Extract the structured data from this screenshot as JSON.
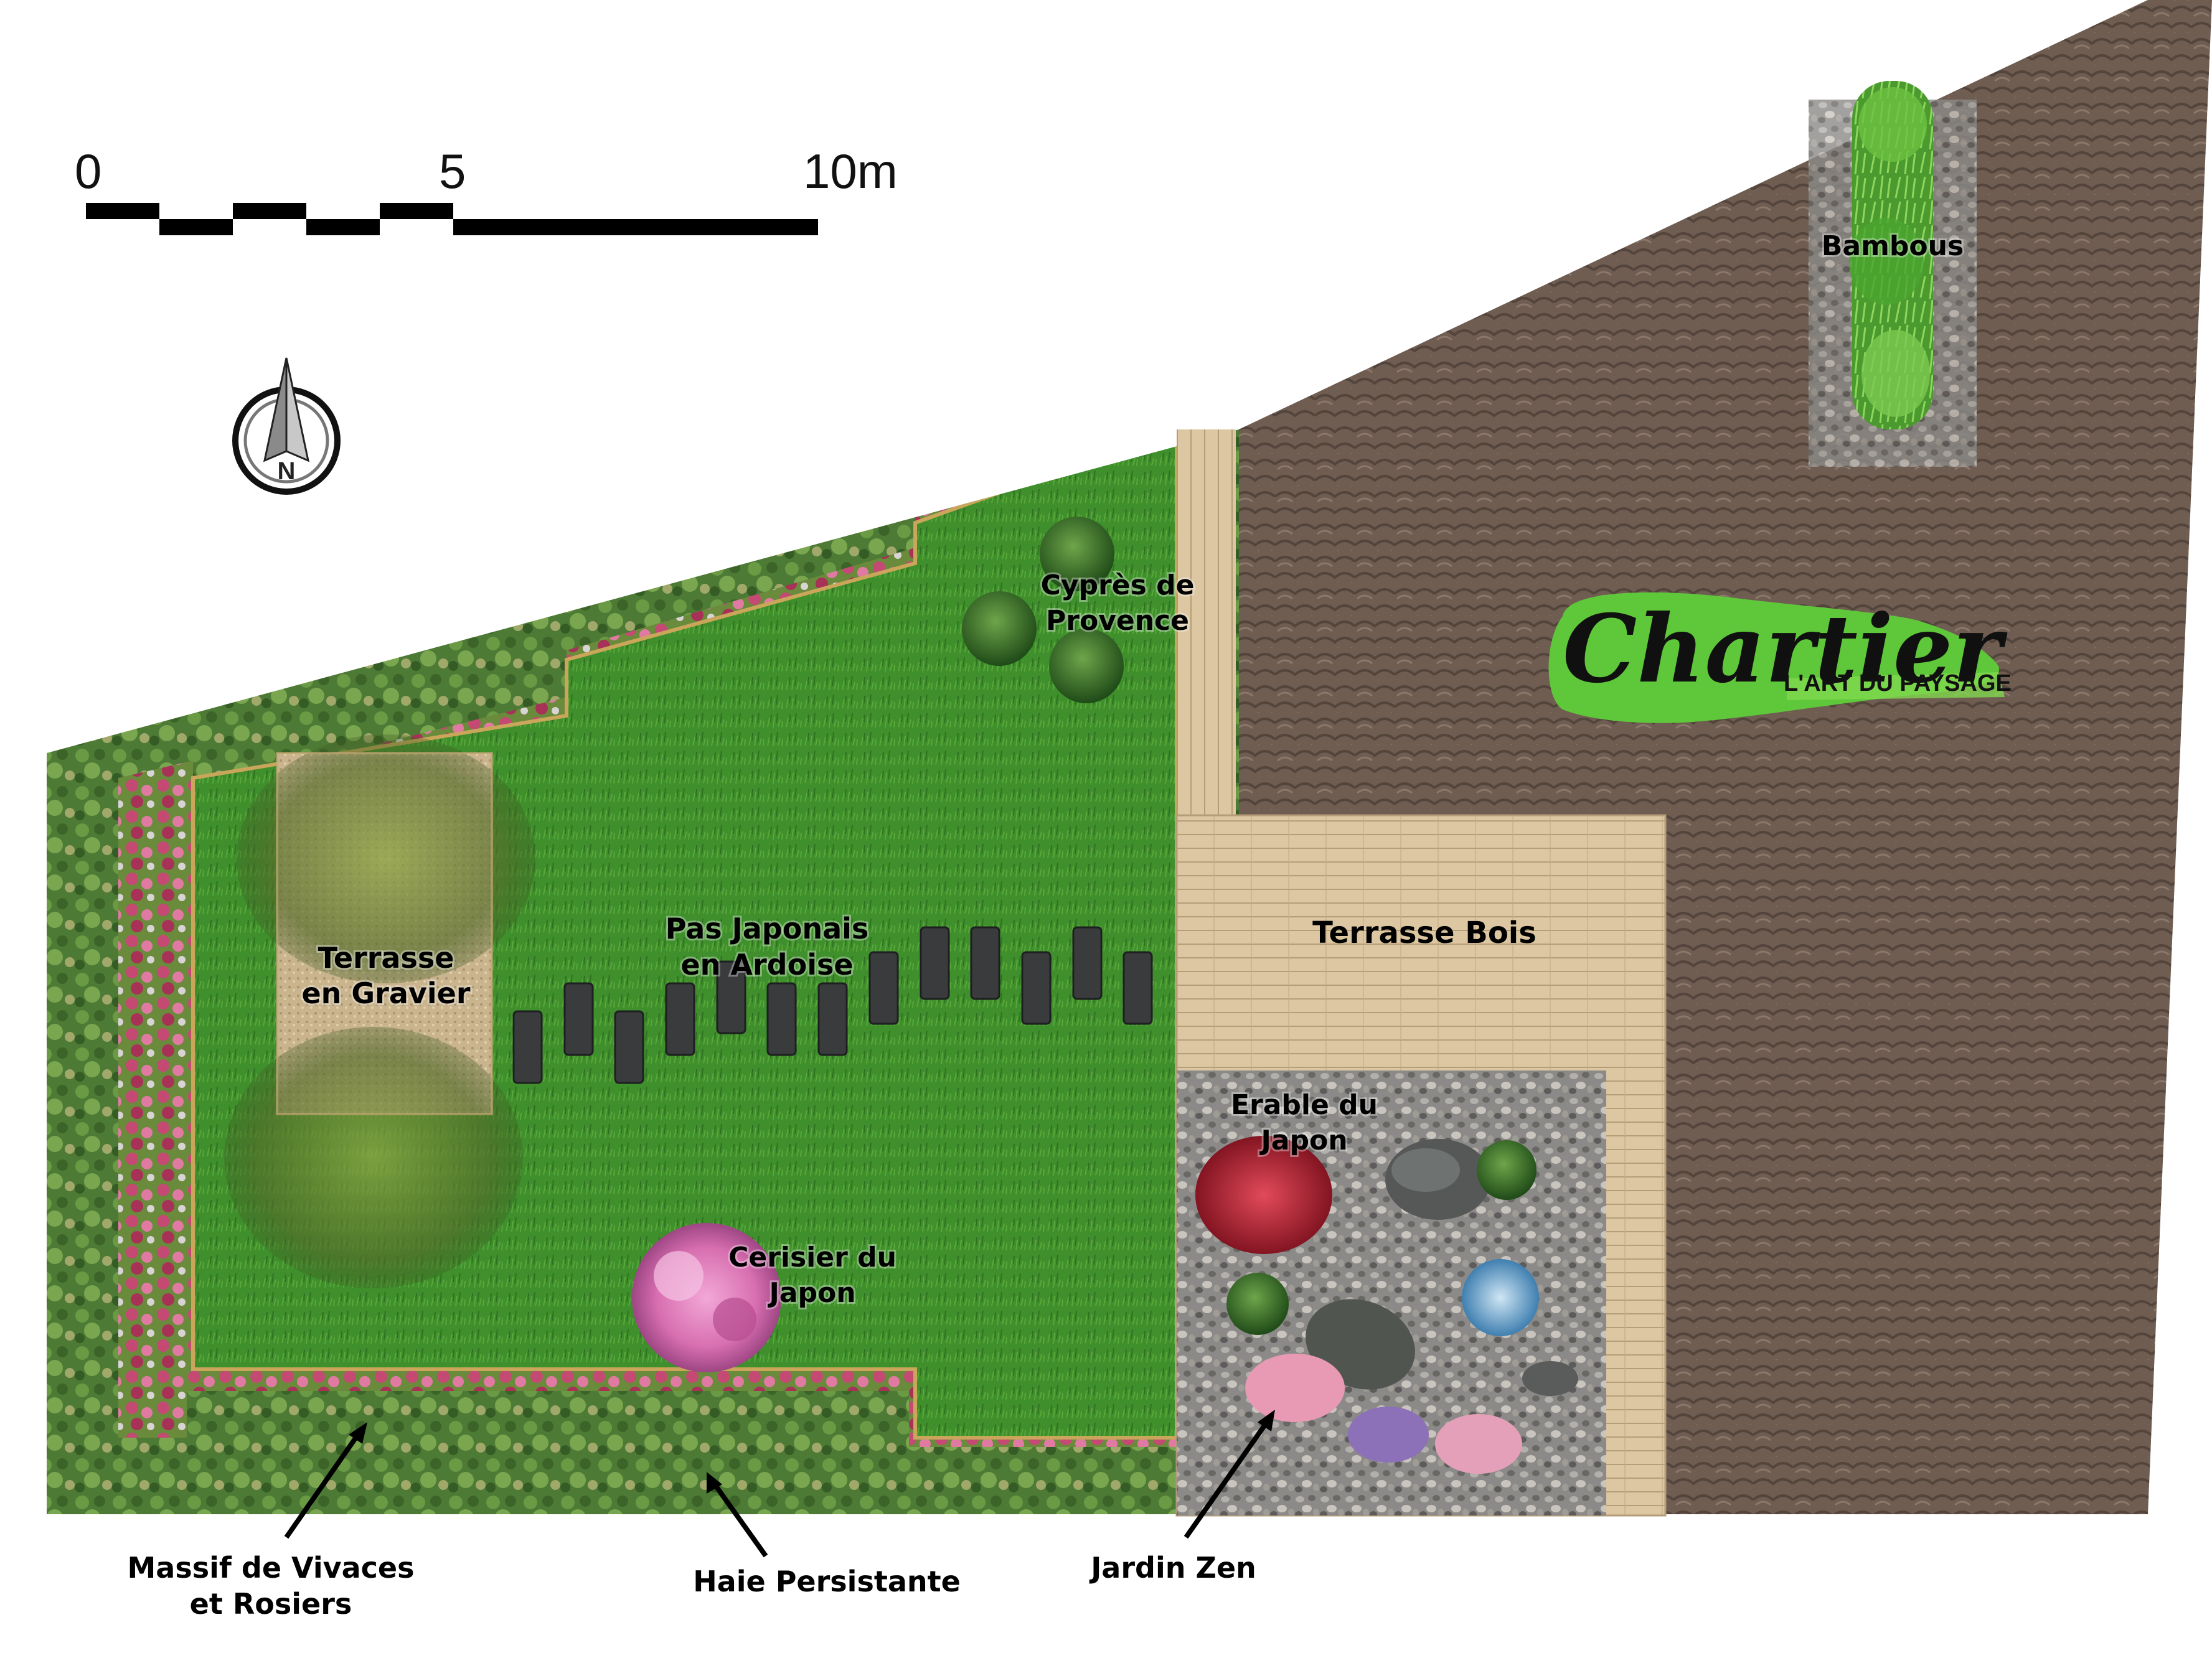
{
  "scale_bar": {
    "tick_start": "0",
    "tick_mid": "5",
    "tick_end": "10m"
  },
  "compass": {
    "letter": "N",
    "icon": "north-arrow-icon"
  },
  "logo": {
    "name": "Chartier",
    "tagline": "L'ART DU PAYSAGE",
    "accent_color": "#5fc83a"
  },
  "labels": {
    "bambous": "Bambous",
    "cypres_line1": "Cyprès de",
    "cypres_line2": "Provence",
    "terrasse_gravier_line1": "Terrasse",
    "terrasse_gravier_line2": "en Gravier",
    "pas_japonais_line1": "Pas Japonais",
    "pas_japonais_line2": "en Ardoise",
    "terrasse_bois": "Terrasse Bois",
    "erable_line1": "Erable du",
    "erable_line2": "Japon",
    "cerisier_line1": "Cerisier du",
    "cerisier_line2": "Japon",
    "massif_line1": "Massif de Vivaces",
    "massif_line2": "et Rosiers",
    "haie": "Haie Persistante",
    "jardin_zen": "Jardin Zen"
  },
  "colors": {
    "lawn": "#3f8f2c",
    "hedge": "#4d7a35",
    "roses": "#c44a74",
    "deck": "#dcc7a2",
    "roof": "#6f5d52",
    "gravel": "#8b8a88",
    "maple": "#b8182c",
    "cherry": "#d86fb0"
  }
}
